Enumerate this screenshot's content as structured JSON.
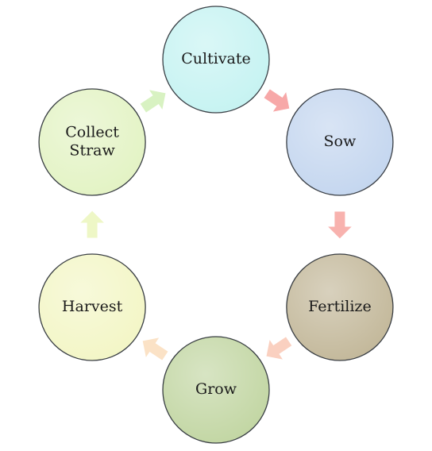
{
  "diagram": {
    "type": "cycle",
    "stages": [
      {
        "label_lines": [
          "Cultivate"
        ],
        "fill": "#c6f3f2",
        "stroke": "#3a3f45"
      },
      {
        "label_lines": [
          "Sow"
        ],
        "fill": "#c4d6ef",
        "stroke": "#3a3f45"
      },
      {
        "label_lines": [
          "Fertilize"
        ],
        "fill": "#c3b89a",
        "stroke": "#3a3f45"
      },
      {
        "label_lines": [
          "Grow"
        ],
        "fill": "#c2d6a3",
        "stroke": "#3a3f45"
      },
      {
        "label_lines": [
          "Harvest"
        ],
        "fill": "#f3f6c6",
        "stroke": "#3a3f45"
      },
      {
        "label_lines": [
          "Collect",
          "Straw"
        ],
        "fill": "#e3f3c4",
        "stroke": "#3a3f45"
      }
    ],
    "arrow_colors": [
      "#f7a8a8",
      "#f8b2ae",
      "#fad0c0",
      "#fbe2c6",
      "#eef7c6",
      "#d8f2c2"
    ]
  }
}
